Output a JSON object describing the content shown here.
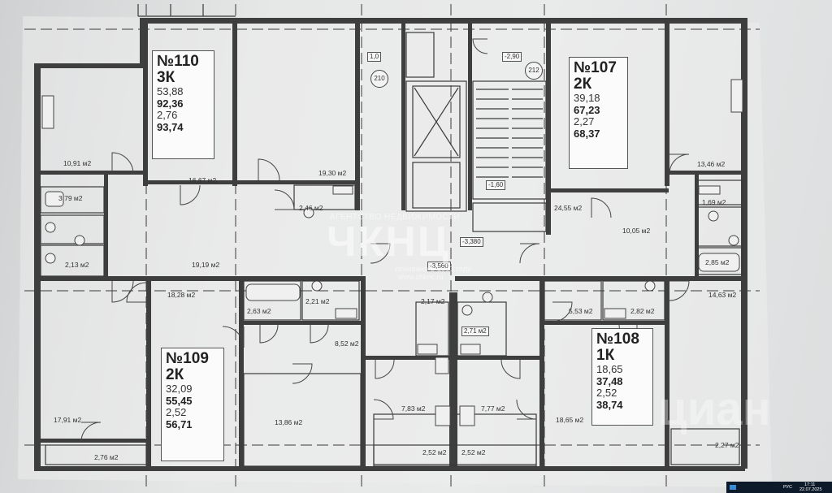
{
  "apartments": [
    {
      "id": "110",
      "number": "№110",
      "type": "3К",
      "values": [
        "53,88",
        "92,36",
        "2,76",
        "93,74"
      ]
    },
    {
      "id": "107",
      "number": "№107",
      "type": "2К",
      "values": [
        "39,18",
        "67,23",
        "2,27",
        "68,37"
      ]
    },
    {
      "id": "109",
      "number": "№109",
      "type": "2К",
      "values": [
        "32,09",
        "55,45",
        "2,52",
        "56,71"
      ]
    },
    {
      "id": "108",
      "number": "№108",
      "type": "1К",
      "values": [
        "18,65",
        "37,48",
        "2,52",
        "38,74"
      ]
    }
  ],
  "room_areas": {
    "r1": "10,91 м2",
    "r2": "16,67 м2",
    "r3": "19,30 м2",
    "r4": "3,79 м2",
    "r5": "2,46 м2",
    "r6": "2,13 м2",
    "r7": "19,19 м2",
    "r8": "24,55 м2",
    "r9": "13,46 м2",
    "r10": "1,69 м2",
    "r11": "10,05 м2",
    "r12": "2,85 м2",
    "r13": "18,28 м2",
    "r14": "2,63 м2",
    "r15": "2,21 м2",
    "r16": "2,17 м2",
    "r17": "5,53 м2",
    "r18": "2,82 м2",
    "r19": "14,63 м2",
    "r20": "8,52 м2",
    "r21": "2,71 м2",
    "r22": "17,91 м2",
    "r23": "13,86 м2",
    "r24": "7,83 м2",
    "r25": "7,77 м2",
    "r26": "18,65 м2",
    "r27": "2,76 м2",
    "r28": "2,52 м2",
    "r29": "2,52 м2",
    "r30": "2,27 м2"
  },
  "markers": {
    "m210": "210",
    "m212": "212"
  },
  "level_tags": {
    "t1": "1,0",
    "t2": "-2,90",
    "t3": "-1,60",
    "t4": "-3,380",
    "t5": "-3,560"
  },
  "watermark": {
    "agency": "АГЕНТСТВО НЕДВИЖИМОСТИ",
    "logo": "ЧКНЦ",
    "since": "основано в 1993 году",
    "site": "www.chknc.ru",
    "corner": "циан"
  },
  "taskbar": {
    "lang": "РУС",
    "time": "17:11",
    "date": "22.07.2025"
  }
}
